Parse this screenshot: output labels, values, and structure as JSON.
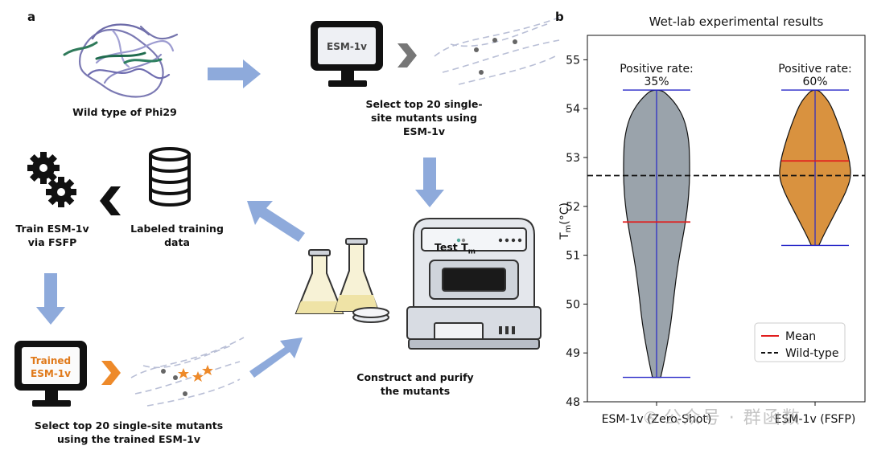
{
  "panel_a": {
    "letter": "a",
    "captions": {
      "wild_type": "Wild type of Phi29",
      "select_top": "Select top 20 single-site mutants using ESM-1v",
      "train": "Train ESM-1v via FSFP",
      "labeled": "Labeled training data",
      "construct": "Construct and purify the mutants",
      "select_trained": "Select top 20 single-site mutants using the trained ESM-1v"
    },
    "monitor_top": "ESM-1v",
    "monitor_bottom": "Trained ESM-1v",
    "machine_label": "Test T",
    "machine_label_sub": "m"
  },
  "panel_b": {
    "letter": "b"
  },
  "watermark": "公众号 · 群函数",
  "colors": {
    "arrow_blue": "#8eaadb",
    "zero_shot_fill": "#9aa3ab",
    "fsfp_fill": "#d9923f",
    "mean_line": "#e11d1d",
    "range_line": "#2727c8",
    "orange_chevron": "#ee8a2a",
    "gray_chevron": "#777777"
  },
  "chart_data": {
    "type": "violin",
    "title": "Wet-lab experimental results",
    "xlabel": "",
    "ylabel": "T",
    "ylabel_sub": "m",
    "ylabel_unit": "(°C)",
    "ylim": [
      48,
      55.5
    ],
    "yticks": [
      48,
      49,
      50,
      51,
      52,
      53,
      54,
      55
    ],
    "categories": [
      "ESM-1v (Zero-Shot)",
      "ESM-1v (FSFP)"
    ],
    "series": [
      {
        "name": "ESM-1v (Zero-Shot)",
        "min": 48.5,
        "max": 54.38,
        "mean": 51.68,
        "positive_rate_label": "Positive rate:",
        "positive_rate": "35%",
        "profile": [
          [
            48.5,
            0.09
          ],
          [
            48.8,
            0.16
          ],
          [
            49.2,
            0.24
          ],
          [
            49.6,
            0.31
          ],
          [
            50.0,
            0.36
          ],
          [
            50.5,
            0.42
          ],
          [
            51.0,
            0.5
          ],
          [
            51.5,
            0.6
          ],
          [
            52.0,
            0.68
          ],
          [
            52.5,
            0.72
          ],
          [
            53.0,
            0.72
          ],
          [
            53.4,
            0.7
          ],
          [
            53.8,
            0.6
          ],
          [
            54.1,
            0.42
          ],
          [
            54.3,
            0.22
          ],
          [
            54.38,
            0.1
          ]
        ]
      },
      {
        "name": "ESM-1v (FSFP)",
        "min": 51.2,
        "max": 54.38,
        "mean": 52.93,
        "positive_rate_label": "Positive rate:",
        "positive_rate": "60%",
        "profile": [
          [
            51.2,
            0.1
          ],
          [
            51.4,
            0.22
          ],
          [
            51.7,
            0.42
          ],
          [
            52.0,
            0.62
          ],
          [
            52.3,
            0.82
          ],
          [
            52.6,
            0.95
          ],
          [
            52.9,
            0.92
          ],
          [
            53.2,
            0.82
          ],
          [
            53.5,
            0.7
          ],
          [
            53.8,
            0.56
          ],
          [
            54.1,
            0.4
          ],
          [
            54.3,
            0.2
          ],
          [
            54.38,
            0.08
          ]
        ]
      }
    ],
    "reference_line": {
      "name": "Wild-type",
      "value": 52.63
    },
    "legend": {
      "position": "bottom-right",
      "mean_label": "Mean",
      "wildtype_label": "Wild-type"
    }
  }
}
